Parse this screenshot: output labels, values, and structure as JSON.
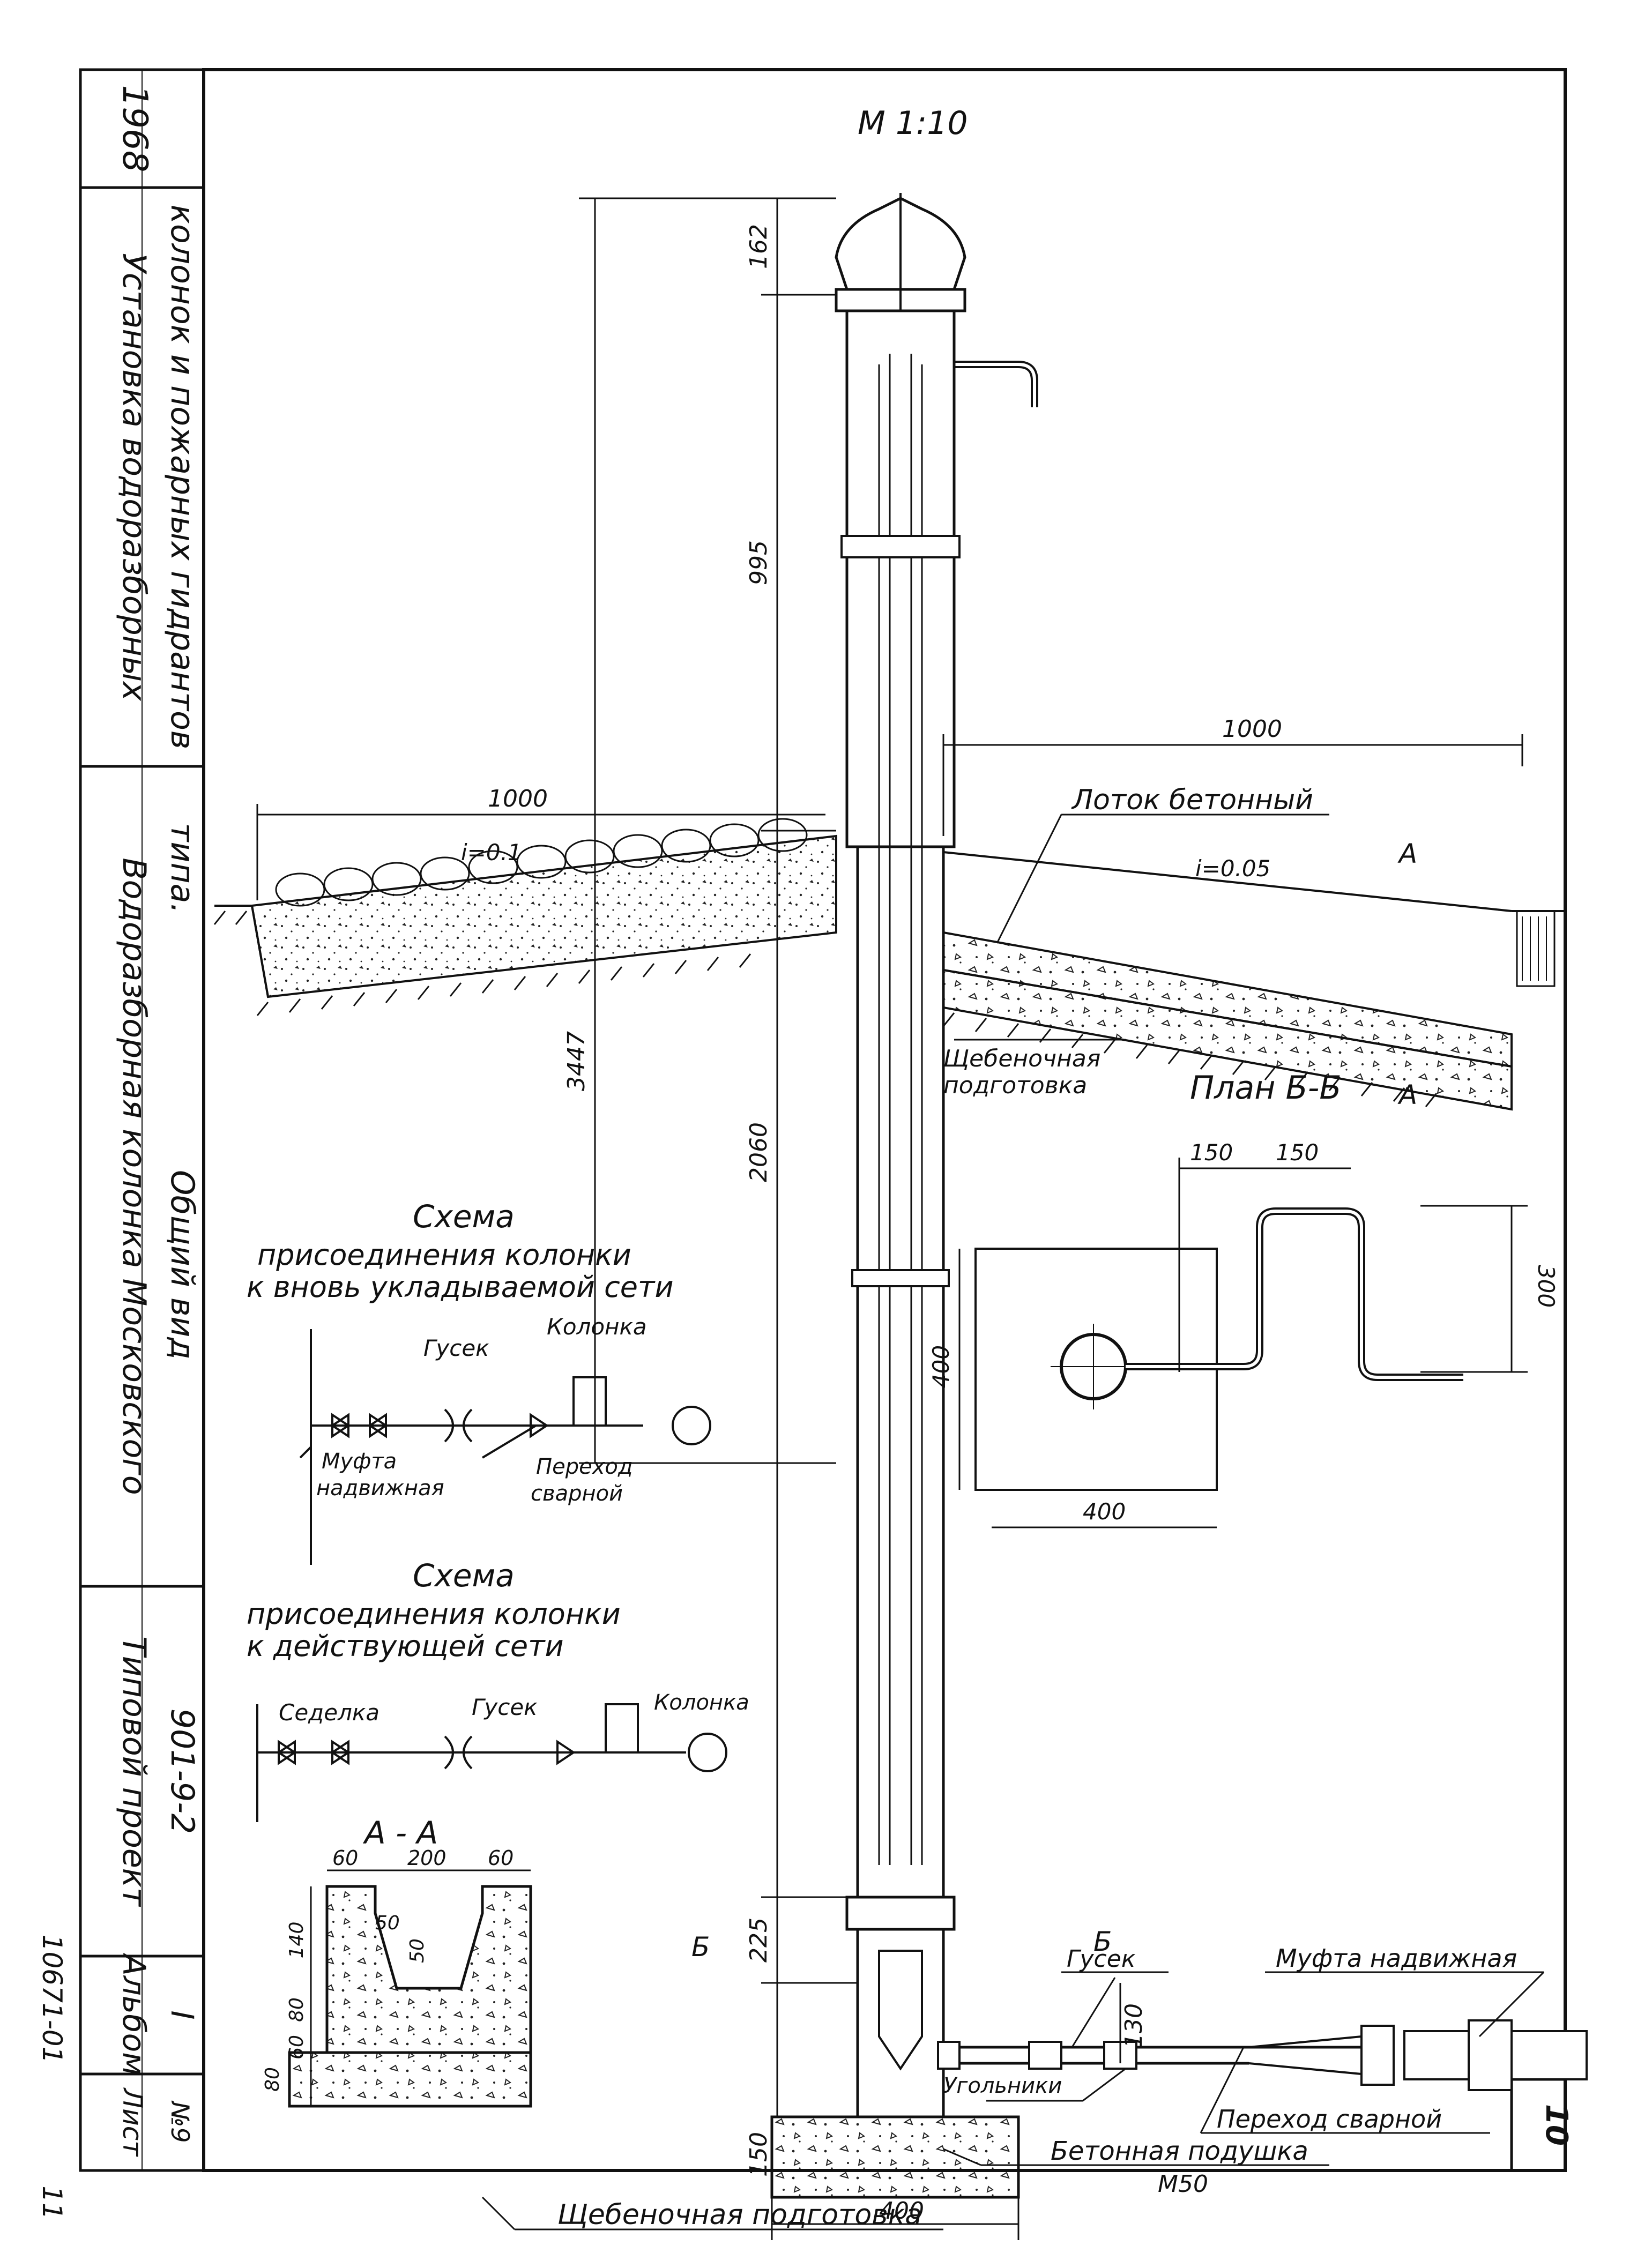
{
  "stamp": {
    "year": "1968",
    "title_line1": "Установка водоразборных",
    "title_line2": "колонок и пожарных гидрантов",
    "name_line1": "Водоразборная колонка Московского",
    "name_line2": "типа.",
    "name_line3": "Общий вид",
    "project_line1": "Типовой проект",
    "project_line2": "901-9-2",
    "album_line1": "Альбом",
    "album_line2": "I",
    "sheet_line1": "Лист",
    "sheet_line2": "№9",
    "inv_number": "10671-01",
    "corner_number": "11",
    "page_number": "10"
  },
  "scale": "М 1:10",
  "dims": {
    "d162": "162",
    "d995": "995",
    "d3447": "3447",
    "d2060": "2060",
    "d225": "225",
    "d150": "150",
    "d130": "130",
    "d400": "400",
    "d1000_left": "1000",
    "d1000_right": "1000",
    "slope_left": "i=0.1",
    "slope_right": "i=0.05"
  },
  "labels": {
    "tray": "Лоток бетонный",
    "crushed_top": "Щебеночная",
    "crushed_top2": "подготовка",
    "plan_bb": "План Б-Б",
    "section_a": "А",
    "section_b": "Б",
    "gusek": "Гусек",
    "coupling": "Муфта надвижная",
    "corners": "Угольники",
    "transition": "Переход сварной",
    "concrete_pad": "Бетонная подушка",
    "concrete_mark": "М50",
    "crushed_bottom": "Щебеночная подготовка",
    "section_aa": "А - А"
  },
  "scheme1": {
    "title1": "Схема",
    "title2": "присоединения колонки",
    "title3": "к вновь укладываемой сети",
    "gusek": "Гусек",
    "column": "Колонка",
    "coupling1": "Муфта",
    "coupling2": "надвижная",
    "transition1": "Переход",
    "transition2": "сварной"
  },
  "scheme2": {
    "title1": "Схема",
    "title2": "присоединения колонки",
    "title3": "к действующей сети",
    "saddle": "Седелка",
    "gusek": "Гусек",
    "column": "Колонка"
  },
  "plan_dims": {
    "d150a": "150",
    "d150b": "150",
    "d300": "300",
    "d400v": "400",
    "d400h": "400"
  },
  "aa_dims": {
    "d60a": "60",
    "d200": "200",
    "d60b": "60",
    "d50a": "50",
    "d50b": "50",
    "d140": "140",
    "d80": "80",
    "d60c": "60",
    "d80b": "80"
  }
}
